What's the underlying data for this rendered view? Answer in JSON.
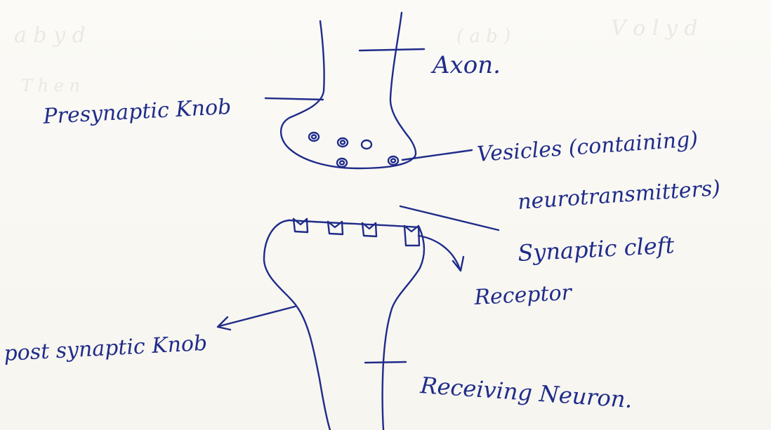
{
  "labels": {
    "axon": "Axon.",
    "presynaptic_knob": "Presynaptic Knob",
    "vesicles_line1": "Vesicles (containing)",
    "vesicles_line2": "neurotransmitters)",
    "synaptic_cleft": "Synaptic cleft",
    "receptor": "Receptor",
    "postsynaptic_knob": "post synaptic Knob",
    "receiving_neuron": "Receiving Neuron."
  },
  "colors": {
    "ink": "#1f2c8a",
    "paper": "#faf8f4"
  }
}
